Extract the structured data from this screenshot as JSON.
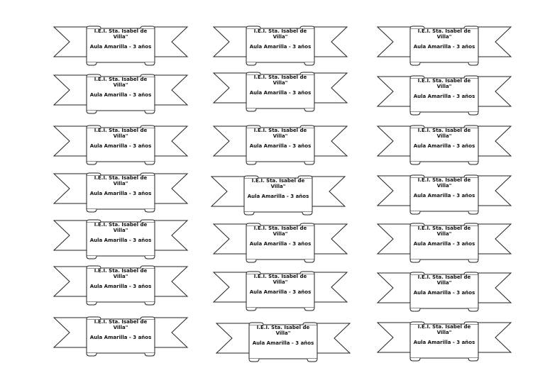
{
  "colors": {
    "outline": "#222222",
    "paper": "#ffffff",
    "text": "#111111"
  },
  "labels": [
    {
      "line1": "I.E.I.  Sta. Isabel de Villa\"",
      "line2": "Aula Amarilla - 3 años"
    },
    {
      "line1": "I.E.I.  Sta. Isabel de Villa\"",
      "line2": "Aula Amarilla - 3 años"
    },
    {
      "line1": "I.E.I.  Sta. Isabel de Villa\"",
      "line2": "Aula Amarilla - 3 años"
    },
    {
      "line1": "I.E.I.  Sta. Isabel de Villa\"",
      "line2": "Aula Amarilla - 3 años"
    },
    {
      "line1": "I.E.I.  Sta. Isabel de Villa\"",
      "line2": "Aula Amarilla - 3 años"
    },
    {
      "line1": "I.E.I.  Sta. Isabel de Villa\"",
      "line2": "Aula Amarilla - 3 años"
    },
    {
      "line1": "I.E.I.  Sta. Isabel de Villa\"",
      "line2": "Aula Amarilla - 3 años"
    },
    {
      "line1": "I.E.I.  Sta. Isabel de Villa\"",
      "line2": "Aula Amarilla - 3 años"
    },
    {
      "line1": "I.E.I.  Sta. Isabel de Villa\"",
      "line2": "Aula Amarilla - 3 años"
    },
    {
      "line1": "I.E.I.  Sta. Isabel de Villa\"",
      "line2": "Aula Amarilla - 3 años"
    },
    {
      "line1": "I.E.I.  Sta. Isabel de Villa\"",
      "line2": "Aula Amarilla - 3 años"
    },
    {
      "line1": "I.E.I.  Sta. Isabel de Villa\"",
      "line2": "Aula Amarilla - 3 años"
    },
    {
      "line1": "I.E.I.  Sta. Isabel de Villa\"",
      "line2": "Aula Amarilla - 3 años"
    },
    {
      "line1": "I.E.I.  Sta. Isabel de Villa\"",
      "line2": "Aula Amarilla - 3 años"
    },
    {
      "line1": "I.E.I.  Sta. Isabel de Villa\"",
      "line2": "Aula Amarilla - 3 años"
    },
    {
      "line1": "I.E.I.  Sta. Isabel de Villa\"",
      "line2": "Aula Amarilla - 3 años"
    },
    {
      "line1": "I.E.I.  Sta. Isabel de Villa\"",
      "line2": "Aula Amarilla - 3 años"
    },
    {
      "line1": "I.E.I.  Sta. Isabel de Villa\"",
      "line2": "Aula Amarilla - 3 años"
    },
    {
      "line1": "I.E.I.  Sta. Isabel de Villa\"",
      "line2": "Aula Amarilla - 3 años"
    },
    {
      "line1": "I.E.I.  Sta. Isabel de Villa\"",
      "line2": "Aula Amarilla - 3 años"
    },
    {
      "line1": "I.E.I.  Sta. Isabel de Villa\"",
      "line2": "Aula Amarilla - 3 años"
    }
  ]
}
